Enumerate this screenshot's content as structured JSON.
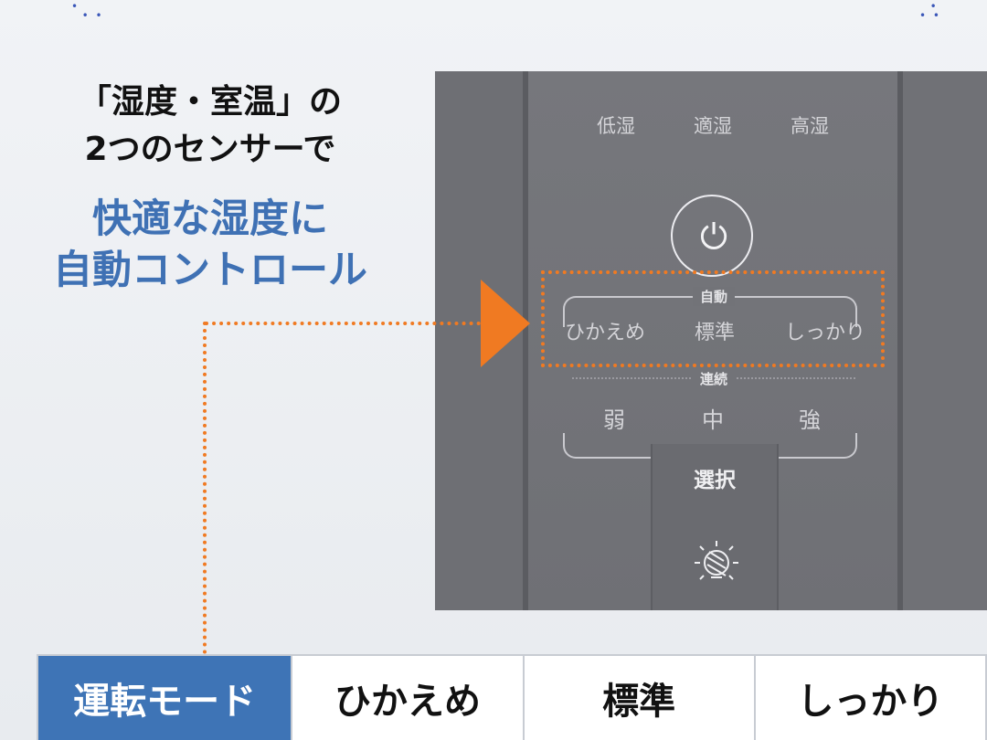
{
  "headline": {
    "line1": "「湿度・室温」の",
    "line2": "2つのセンサーで"
  },
  "subheadline": {
    "line1": "快適な湿度に",
    "line2": "自動コントロール"
  },
  "panel": {
    "humidity_levels": [
      "低湿",
      "適湿",
      "高湿"
    ],
    "power_symbol": "⏻",
    "auto_label": "自動",
    "auto_modes": [
      "ひかえめ",
      "標準",
      "しっかり"
    ],
    "continuous_label": "連続",
    "continuous_modes": [
      "弱",
      "中",
      "強"
    ],
    "select_label": "選択",
    "light_icon": "light-bulb-icon"
  },
  "mode_table": {
    "header": "運転モード",
    "cells": [
      "ひかえめ",
      "標準",
      "しっかり"
    ]
  },
  "colors": {
    "accent_orange": "#f07a22",
    "brand_blue": "#3e74b6",
    "panel_gray": "#6e6f74"
  }
}
